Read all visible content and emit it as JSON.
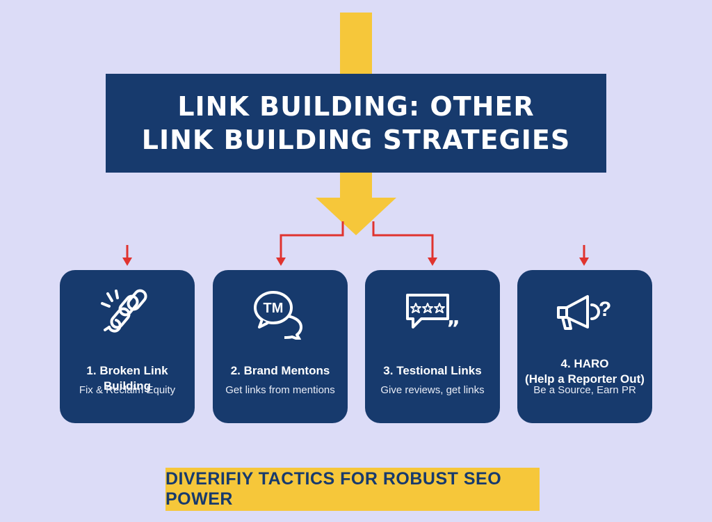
{
  "title": {
    "line1": "LINK BUILDING: OTHER",
    "line2": "LINK BUILDING STRATEGIES"
  },
  "strategies": [
    {
      "title": "1. Broken Link Building",
      "subtitle": "Fix & Reclaim Equity",
      "icon": "broken-chain-icon"
    },
    {
      "title": "2. Brand Mentons",
      "subtitle": "Get links from mentions",
      "icon": "tm-speech-bubble-icon"
    },
    {
      "title": "3. Testional Links",
      "subtitle": "Give reviews, get links",
      "icon": "star-review-bubble-icon"
    },
    {
      "title_line1": "4. HARO",
      "title_line2": "(Help a Reporter Out)",
      "subtitle": "Be a Source, Earn PR",
      "icon": "megaphone-question-icon"
    }
  ],
  "footer": {
    "text": "DIVERIFIY TACTICS FOR ROBUST SEO POWER"
  },
  "colors": {
    "background": "#dcdcf7",
    "navy": "#173a6d",
    "yellow": "#f6c73a",
    "red_arrow": "#e0332f"
  }
}
